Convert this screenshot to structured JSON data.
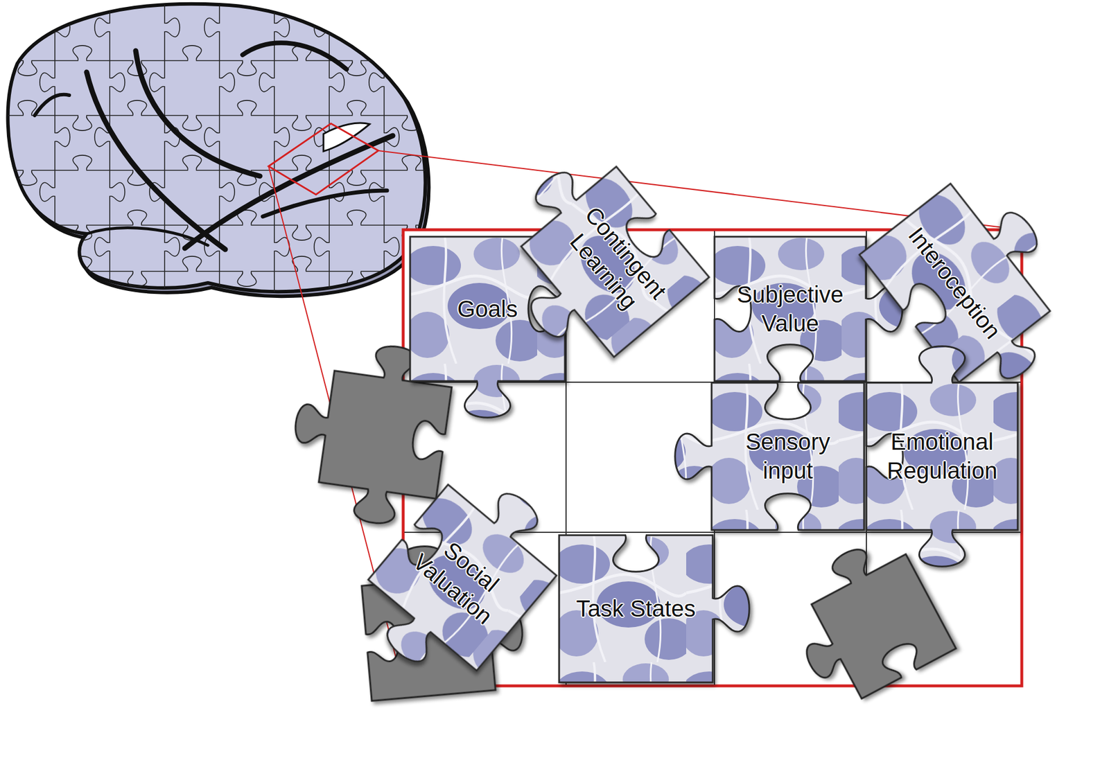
{
  "diagram": {
    "nodes": [
      {
        "text": [
          "Goals"
        ]
      },
      {
        "text": [
          "Contingent Learning"
        ]
      },
      {
        "text": [
          "Subjective Value"
        ]
      },
      {
        "text": [
          "Interoception"
        ]
      },
      {
        "text": [
          "Sensory input"
        ]
      },
      {
        "text": [
          "Emotional Regulation"
        ]
      },
      {
        "text": [
          "Social Valuation"
        ]
      },
      {
        "text": [
          "Task States"
        ]
      }
    ]
  }
}
